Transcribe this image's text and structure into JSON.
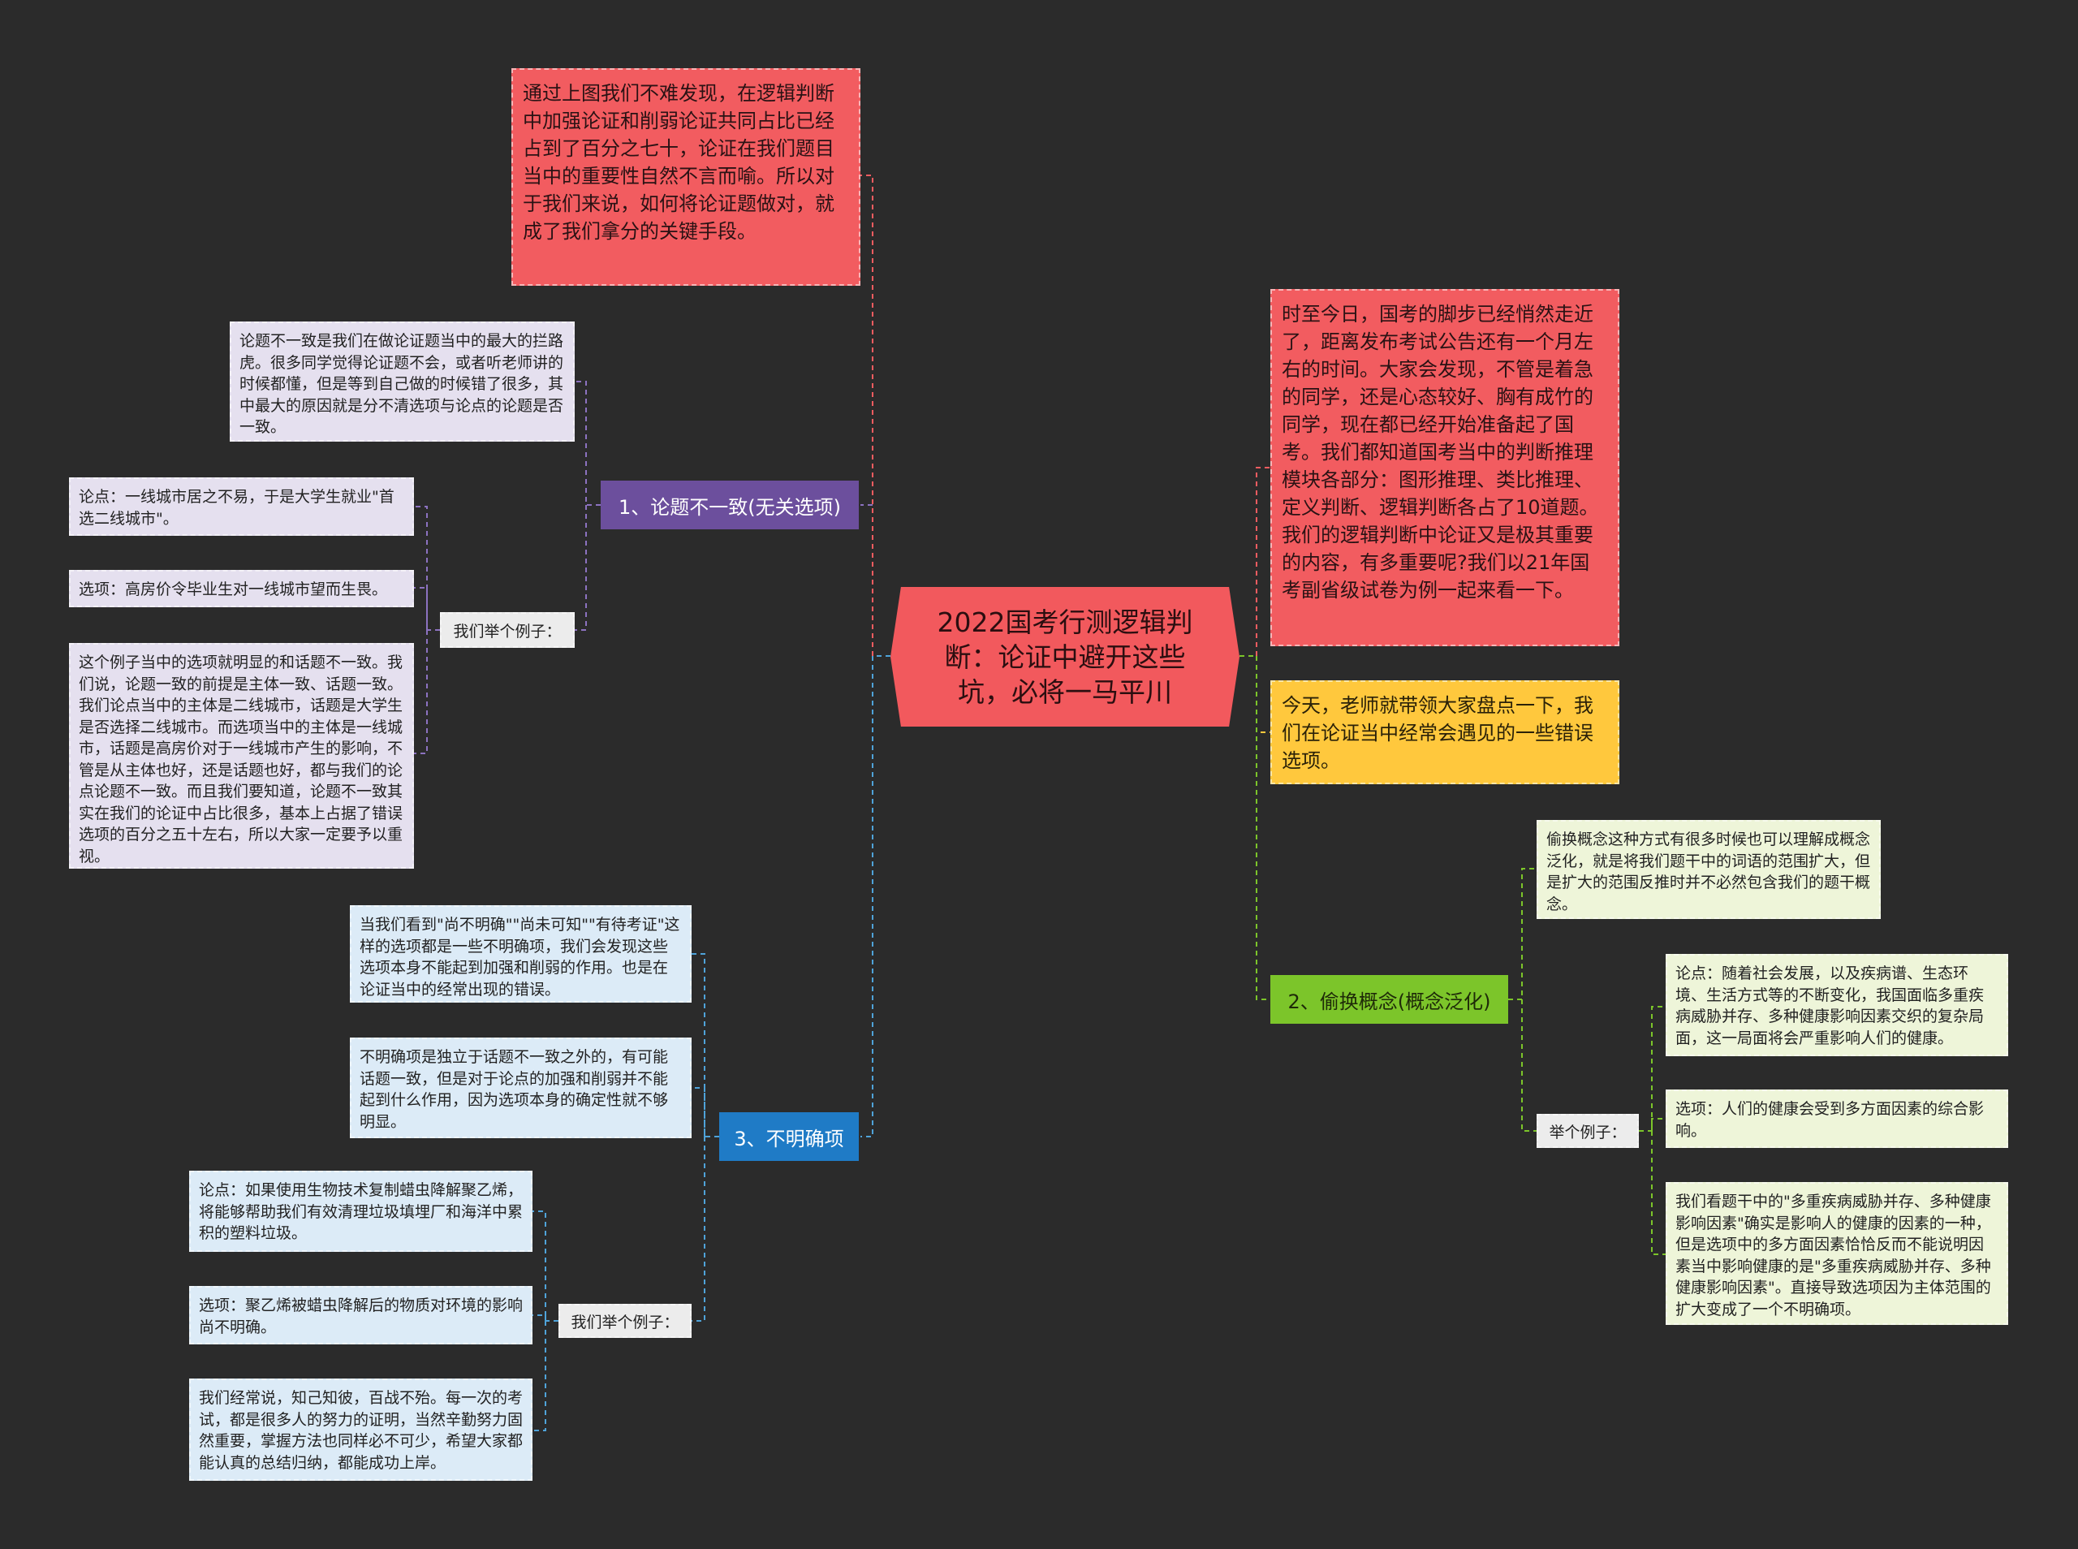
{
  "center": {
    "title": "2022国考行测逻辑判断：论证中避开这些坑，必将一马平川"
  },
  "top_note": "通过上图我们不难发现，在逻辑判断中加强论证和削弱论证共同占比已经占到了百分之七十，论证在我们题目当中的重要性自然不言而喻。所以对于我们来说，如何将论证题做对，就成了我们拿分的关键手段。",
  "intro_right": "时至今日，国考的脚步已经悄然走近了，距离发布考试公告还有一个月左右的时间。大家会发现，不管是着急的同学，还是心态较好、胸有成竹的同学，现在都已经开始准备起了国考。我们都知道国考当中的判断推理模块各部分：图形推理、类比推理、定义判断、逻辑判断各占了10道题。我们的逻辑判断中论证又是极其重要的内容，有多重要呢?我们以21年国考副省级试卷为例一起来看一下。",
  "intro_yellow": "今天，老师就带领大家盘点一下，我们在论证当中经常会遇见的一些错误选项。",
  "branch1": {
    "label": "1、论题不一致(无关选项)",
    "desc": "论题不一致是我们在做论证题当中的最大的拦路虎。很多同学觉得论证题不会，或者听老师讲的时候都懂，但是等到自己做的时候错了很多，其中最大的原因就是分不清选项与论点的论题是否一致。",
    "example_label": "我们举个例子：",
    "examples": [
      "论点：一线城市居之不易，于是大学生就业\"首选二线城市\"。",
      "选项：高房价令毕业生对一线城市望而生畏。",
      "这个例子当中的选项就明显的和话题不一致。我们说，论题一致的前提是主体一致、话题一致。我们论点当中的主体是二线城市，话题是大学生是否选择二线城市。而选项当中的主体是一线城市，话题是高房价对于一线城市产生的影响，不管是从主体也好，还是话题也好，都与我们的论点论题不一致。而且我们要知道，论题不一致其实在我们的论证中占比很多，基本上占据了错误选项的百分之五十左右，所以大家一定要予以重视。"
    ]
  },
  "branch3": {
    "label": "3、不明确项",
    "desc1": "当我们看到\"尚不明确\"\"尚未可知\"\"有待考证\"这样的选项都是一些不明确项，我们会发现这些选项本身不能起到加强和削弱的作用。也是在论证当中的经常出现的错误。",
    "desc2": "不明确项是独立于话题不一致之外的，有可能话题一致，但是对于论点的加强和削弱并不能起到什么作用，因为选项本身的确定性就不够明显。",
    "example_label": "我们举个例子：",
    "examples": [
      "论点：如果使用生物技术复制蜡虫降解聚乙烯，将能够帮助我们有效清理垃圾填埋厂和海洋中累积的塑料垃圾。",
      "选项：聚乙烯被蜡虫降解后的物质对环境的影响尚不明确。",
      "我们经常说，知己知彼，百战不殆。每一次的考试，都是很多人的努力的证明，当然辛勤努力固然重要，掌握方法也同样必不可少，希望大家都能认真的总结归纳，都能成功上岸。"
    ]
  },
  "branch2": {
    "label": "2、偷换概念(概念泛化)",
    "desc": "偷换概念这种方式有很多时候也可以理解成概念泛化，就是将我们题干中的词语的范围扩大，但是扩大的范围反推时并不必然包含我们的题干概念。",
    "example_label": "举个例子：",
    "examples": [
      "论点：随着社会发展，以及疾病谱、生态环境、生活方式等的不断变化，我国面临多重疾病威胁并存、多种健康影响因素交织的复杂局面，这一局面将会严重影响人们的健康。",
      "选项：人们的健康会受到多方面因素的综合影响。",
      "我们看题干中的\"多重疾病威胁并存、多种健康影响因素\"确实是影响人的健康的因素的一种，但是选项中的多方面因素恰恰反而不能说明因素当中影响健康的是\"多重疾病威胁并存、多种健康影响因素\"。直接导致选项因为主体范围的扩大变成了一个不明确项。"
    ]
  },
  "colors": {
    "background": "#2b2b2b",
    "center": "#f2595d",
    "purple": "#6c4f9d",
    "blue": "#1f7bc6",
    "green": "#7cc52a",
    "yellow": "#ffc83d"
  }
}
